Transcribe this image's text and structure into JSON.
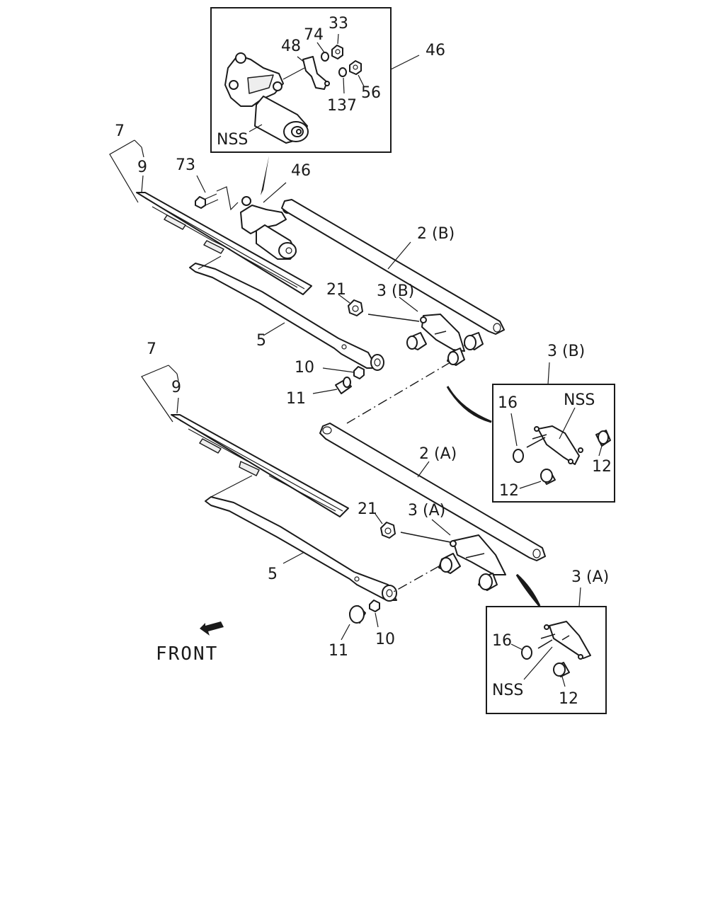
{
  "labels": {
    "motor_inset": {
      "assembly": "46",
      "p48": "48",
      "p74": "74",
      "p33": "33",
      "p56": "56",
      "p137": "137",
      "nss": "NSS"
    },
    "upper": {
      "p7": "7",
      "p9": "9",
      "p73": "73",
      "p46": "46",
      "p2b": "2 (B)",
      "p21": "21",
      "p3b": "3 (B)",
      "p5": "5",
      "p10": "10",
      "p11": "11"
    },
    "inset_3b": {
      "title": "3 (B)",
      "p16": "16",
      "nss": "NSS",
      "p12a": "12",
      "p12b": "12"
    },
    "lower": {
      "p7": "7",
      "p9": "9",
      "p2a": "2 (A)",
      "p21": "21",
      "p3a": "3 (A)",
      "p5": "5",
      "p11": "11",
      "p10": "10"
    },
    "inset_3a": {
      "title": "3 (A)",
      "p16": "16",
      "nss": "NSS",
      "p12": "12"
    },
    "front": "FRONT"
  },
  "icons": {
    "front_arrow": "front-arrow-icon"
  }
}
